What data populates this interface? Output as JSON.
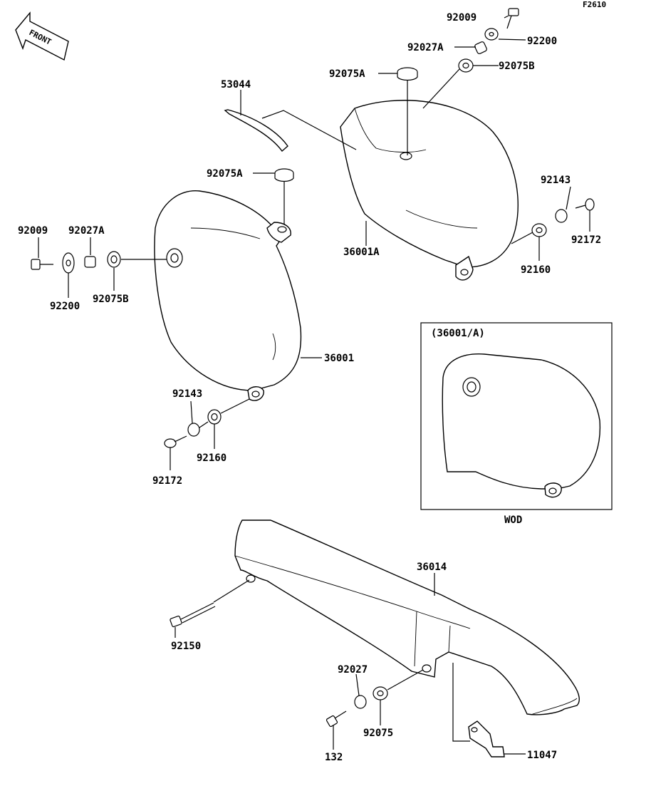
{
  "diagram_code": "F2610",
  "front_label": "FRONT",
  "inset": {
    "title": "(36001/A)",
    "caption": "WOD"
  },
  "parts": {
    "p92009_top": "92009",
    "p92200_top": "92200",
    "p92027A_top": "92027A",
    "p92075B_top": "92075B",
    "p92075A_top": "92075A",
    "p53044": "53044",
    "p92075A_left": "92075A",
    "p92143_right": "92143",
    "p92172_right": "92172",
    "p92160_right": "92160",
    "p36001A": "36001A",
    "p92009_left": "92009",
    "p92027A_left": "92027A",
    "p92200_left": "92200",
    "p92075B_left": "92075B",
    "p36001": "36001",
    "p92143_left": "92143",
    "p92160_left": "92160",
    "p92172_left": "92172",
    "p36014": "36014",
    "p92150": "92150",
    "p92027": "92027",
    "p92075": "92075",
    "p132": "132",
    "p11047": "11047"
  }
}
